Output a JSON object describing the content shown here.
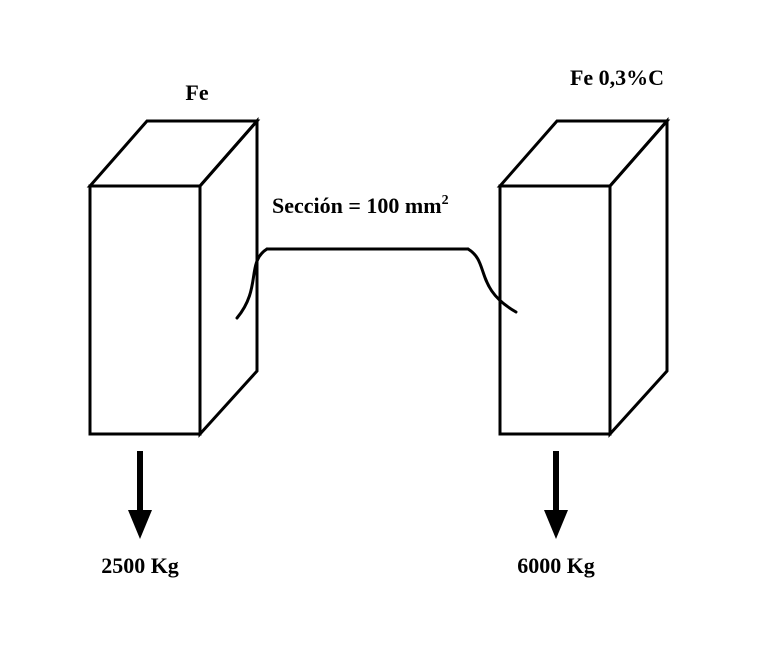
{
  "diagram": {
    "left_block_label": "Fe",
    "right_block_label": "Fe 0,3%C",
    "section_label": "Sección = 100 mm",
    "section_superscript": "2",
    "left_force_label": "2500 Kg",
    "right_force_label": "6000 Kg",
    "colors": {
      "line": "#000000",
      "background": "#ffffff"
    }
  }
}
